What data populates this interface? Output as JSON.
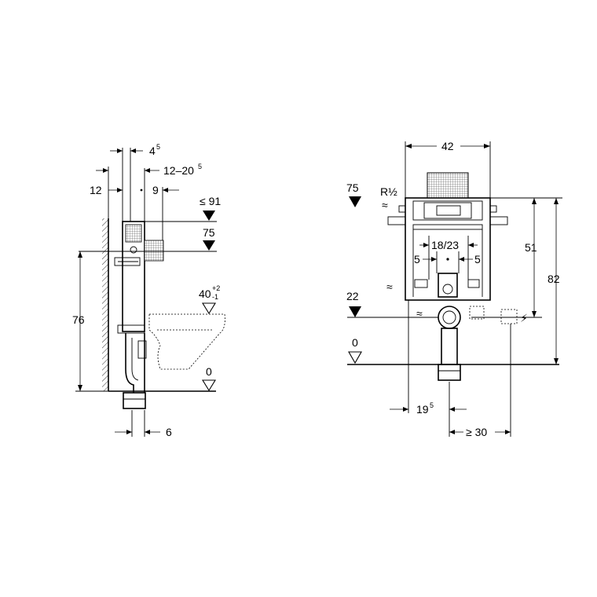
{
  "side_view": {
    "dim_wall_offset": "4",
    "dim_wall_offset_sup": "5",
    "dim_depth_range": "12–20",
    "dim_depth_range_sup": "5",
    "dim_frame": "12",
    "dim_pipe": "9",
    "level_top": "≤ 91",
    "level_flush": "75",
    "level_seat": "40",
    "level_seat_tol_plus": "+2",
    "level_seat_tol_minus": "-1",
    "level_floor": "0",
    "dim_height": "76",
    "dim_outlet": "6"
  },
  "front_view": {
    "dim_width": "42",
    "level_flush": "75",
    "thread": "R½",
    "dim_spacing": "18/23",
    "dim_left_offset": "5",
    "dim_right_offset": "5",
    "dim_height_upper": "51",
    "dim_height_total": "82",
    "level_supply": "22",
    "level_floor": "0",
    "dim_outlet_offset": "19",
    "dim_outlet_offset_sup": "5",
    "dim_electrical": "≥ 30"
  }
}
